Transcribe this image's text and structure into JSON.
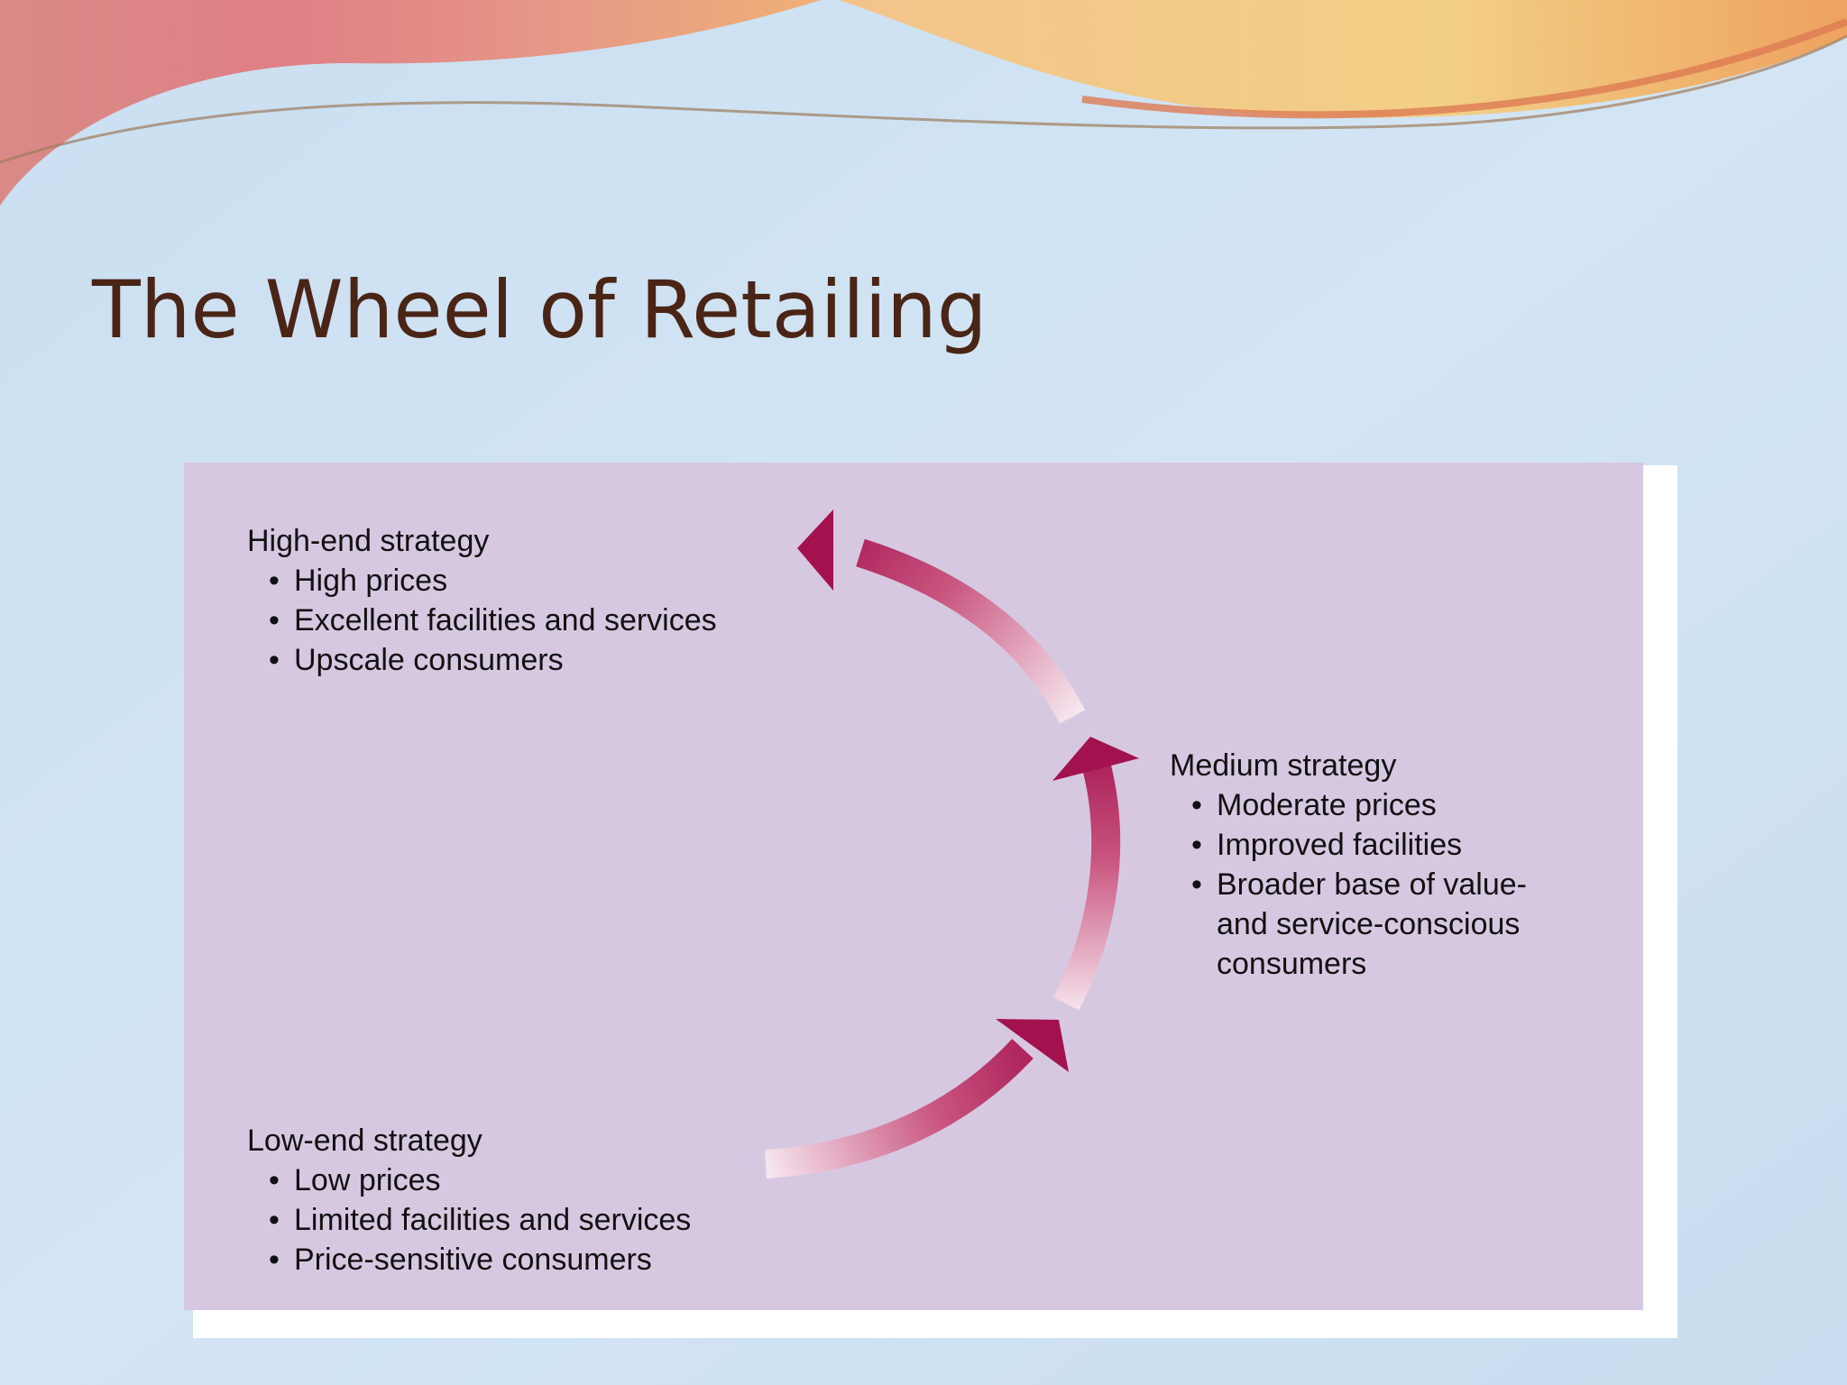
{
  "slide": {
    "title": "The Wheel of Retailing"
  },
  "diagram": {
    "stages": {
      "high": {
        "heading": "High-end strategy",
        "points": [
          "High prices",
          "Excellent facilities and services",
          "Upscale consumers"
        ]
      },
      "medium": {
        "heading": "Medium strategy",
        "points": [
          "Moderate prices",
          "Improved facilities",
          "Broader base of value- and service-conscious consumers"
        ]
      },
      "low": {
        "heading": "Low-end strategy",
        "points": [
          "Low prices",
          "Limited facilities and services",
          "Price-sensitive consumers"
        ]
      }
    },
    "flow": [
      "low-to-medium",
      "within-medium",
      "medium-to-high"
    ]
  },
  "colors": {
    "panel": "#d7c8e2",
    "arrow_dark": "#a3124f",
    "arrow_light": "#f6e6ee",
    "title": "#4a2516"
  }
}
